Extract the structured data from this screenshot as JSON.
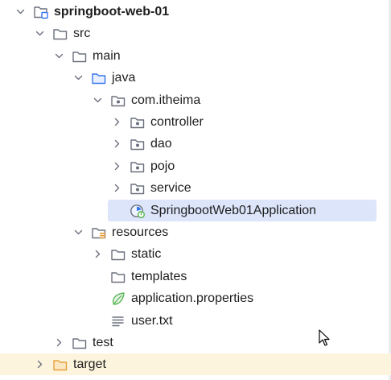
{
  "tree": [
    {
      "label": "springboot-web-01",
      "depth": 0,
      "icon": "module-folder-icon",
      "chevron": "down",
      "bold": true
    },
    {
      "label": "src",
      "depth": 1,
      "icon": "folder-icon",
      "chevron": "down"
    },
    {
      "label": "main",
      "depth": 2,
      "icon": "folder-icon",
      "chevron": "down"
    },
    {
      "label": "java",
      "depth": 3,
      "icon": "source-folder-icon",
      "chevron": "down"
    },
    {
      "label": "com.itheima",
      "depth": 4,
      "icon": "package-icon",
      "chevron": "down"
    },
    {
      "label": "controller",
      "depth": 5,
      "icon": "package-icon",
      "chevron": "right"
    },
    {
      "label": "dao",
      "depth": 5,
      "icon": "package-icon",
      "chevron": "right"
    },
    {
      "label": "pojo",
      "depth": 5,
      "icon": "package-icon",
      "chevron": "right"
    },
    {
      "label": "service",
      "depth": 5,
      "icon": "package-icon",
      "chevron": "right"
    },
    {
      "label": "SpringbootWeb01Application",
      "depth": 5,
      "icon": "spring-boot-class-icon",
      "chevron": "none",
      "selected": true
    },
    {
      "label": "resources",
      "depth": 3,
      "icon": "resources-folder-icon",
      "chevron": "down"
    },
    {
      "label": "static",
      "depth": 4,
      "icon": "folder-icon",
      "chevron": "right"
    },
    {
      "label": "templates",
      "depth": 4,
      "icon": "folder-icon",
      "chevron": "none"
    },
    {
      "label": "application.properties",
      "depth": 4,
      "icon": "spring-properties-icon",
      "chevron": "none"
    },
    {
      "label": "user.txt",
      "depth": 4,
      "icon": "text-file-icon",
      "chevron": "none"
    },
    {
      "label": "test",
      "depth": 2,
      "icon": "folder-icon",
      "chevron": "right"
    },
    {
      "label": "target",
      "depth": 1,
      "icon": "excluded-folder-icon",
      "chevron": "right",
      "excluded": true
    }
  ],
  "colors": {
    "selection": "#dce5fa",
    "excluded_row": "#fdf4dd",
    "icon_gray": "#6c707e",
    "source_blue": "#3574f0",
    "spring_green": "#5fb85c",
    "excluded_orange": "#e7a13d"
  }
}
